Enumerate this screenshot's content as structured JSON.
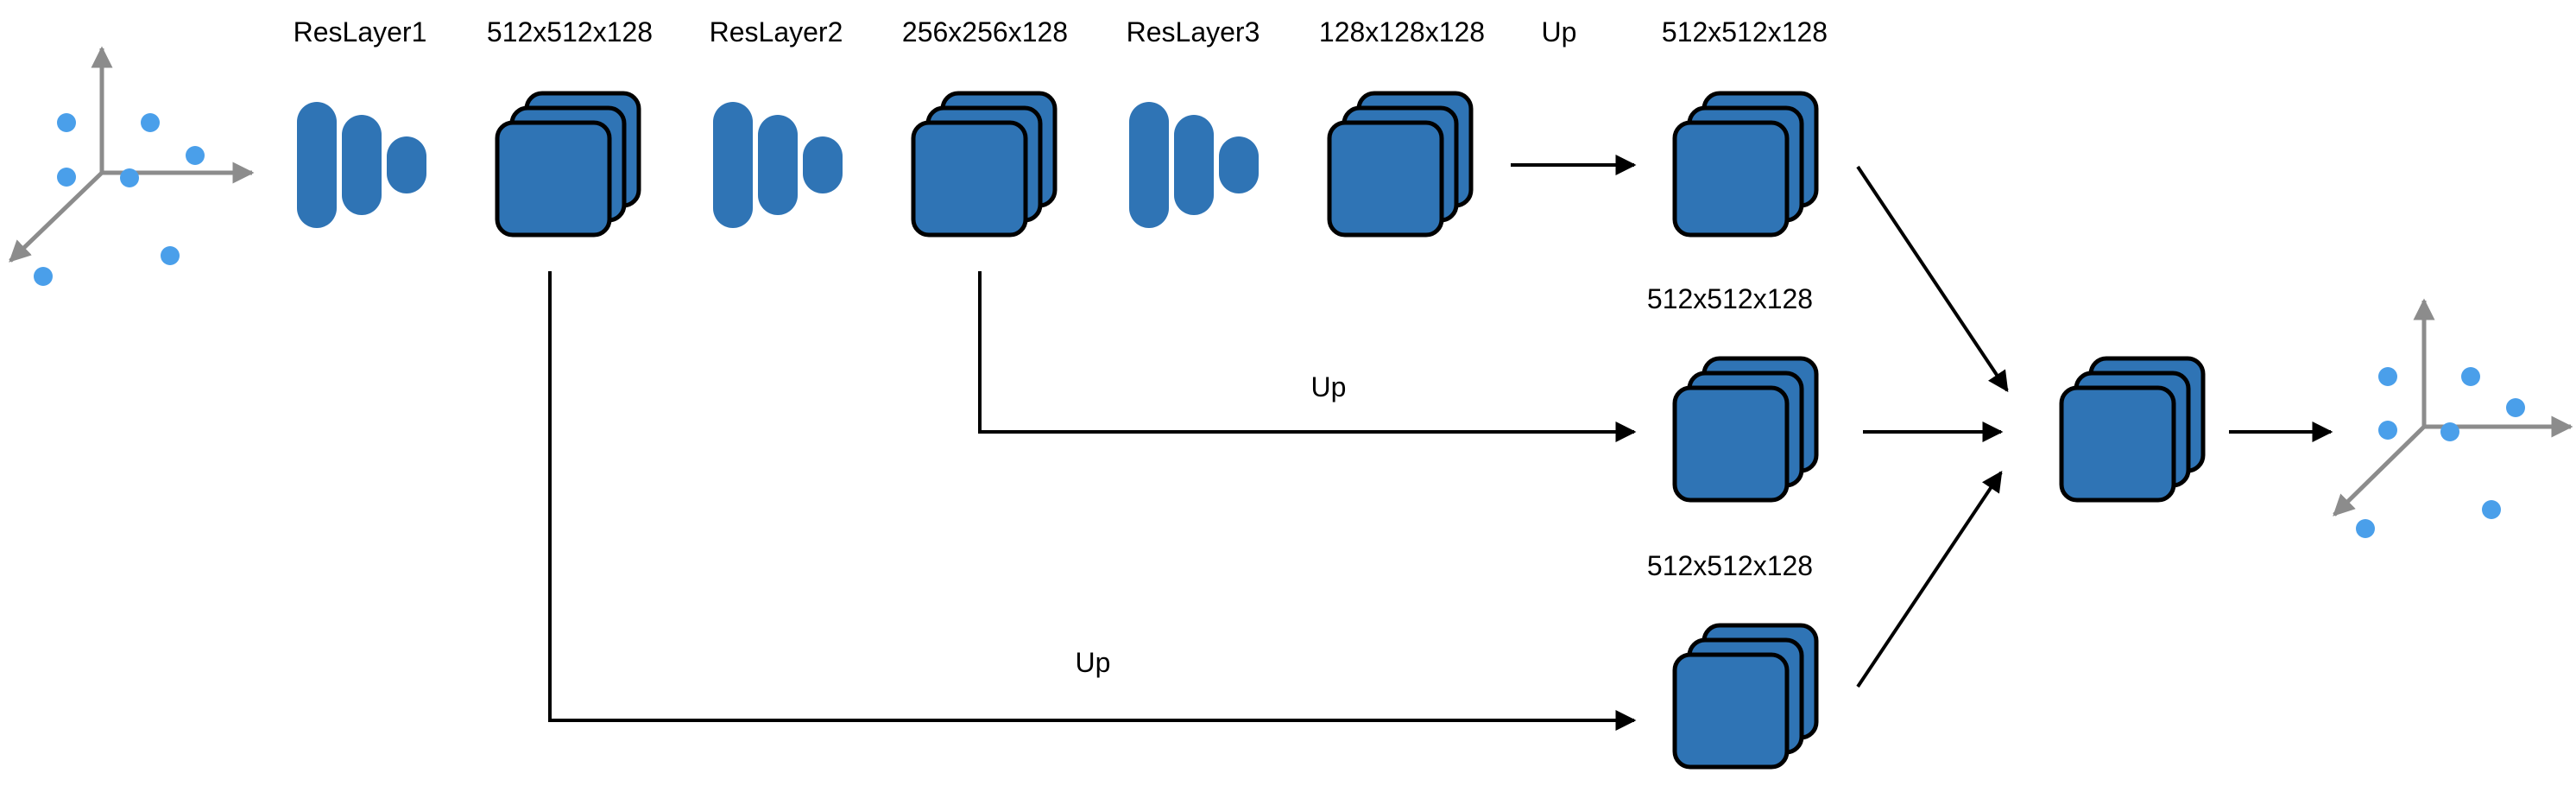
{
  "labels": {
    "resl1": "ResLayer1",
    "f1": "512x512x128",
    "resl2": "ResLayer2",
    "f2": "256x256x128",
    "resl3": "ResLayer3",
    "f3": "128x128x128",
    "up_top": "Up",
    "out_top": "512x512x128",
    "out_mid": "512x512x128",
    "up_mid": "Up",
    "out_bot": "512x512x128",
    "up_bot": "Up"
  },
  "colors": {
    "block": "#2f74b5",
    "point": "#4a9fea",
    "axis": "#8c8c8c",
    "stroke": "#000000"
  }
}
